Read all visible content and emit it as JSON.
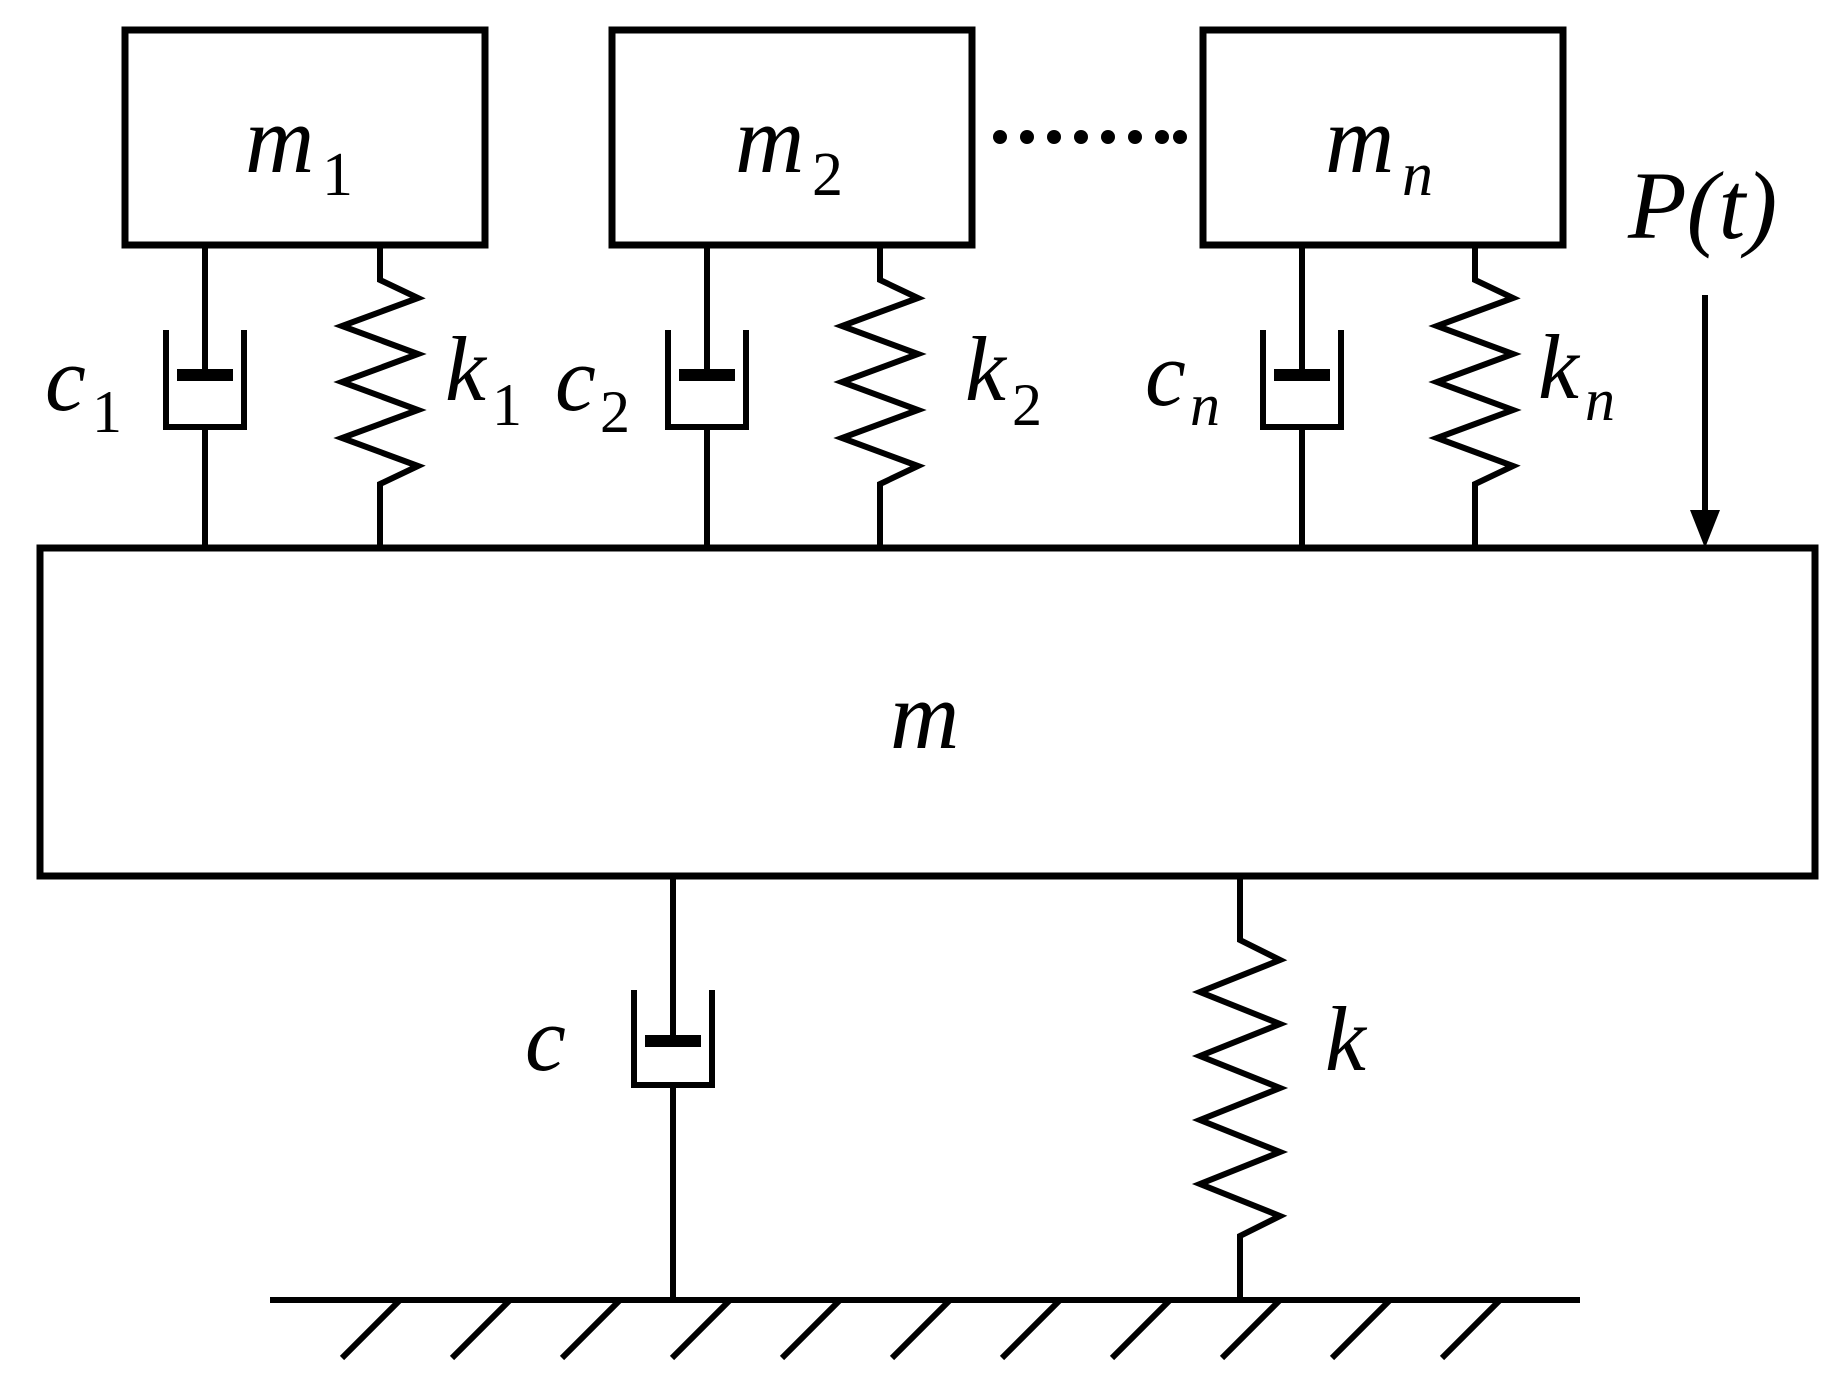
{
  "diagram": {
    "masses": [
      {
        "symbol": "m",
        "subscript": "1"
      },
      {
        "symbol": "m",
        "subscript": "2"
      },
      {
        "symbol": "m",
        "subscript": "n"
      }
    ],
    "main_mass": {
      "symbol": "m"
    },
    "dampers": [
      {
        "symbol": "c",
        "subscript": "1"
      },
      {
        "symbol": "c",
        "subscript": "2"
      },
      {
        "symbol": "c",
        "subscript": "n"
      }
    ],
    "springs": [
      {
        "symbol": "k",
        "subscript": "1"
      },
      {
        "symbol": "k",
        "subscript": "2"
      },
      {
        "symbol": "k",
        "subscript": "n"
      }
    ],
    "base_damper": {
      "symbol": "c"
    },
    "base_spring": {
      "symbol": "k"
    },
    "force": {
      "label": "P(t)"
    }
  }
}
